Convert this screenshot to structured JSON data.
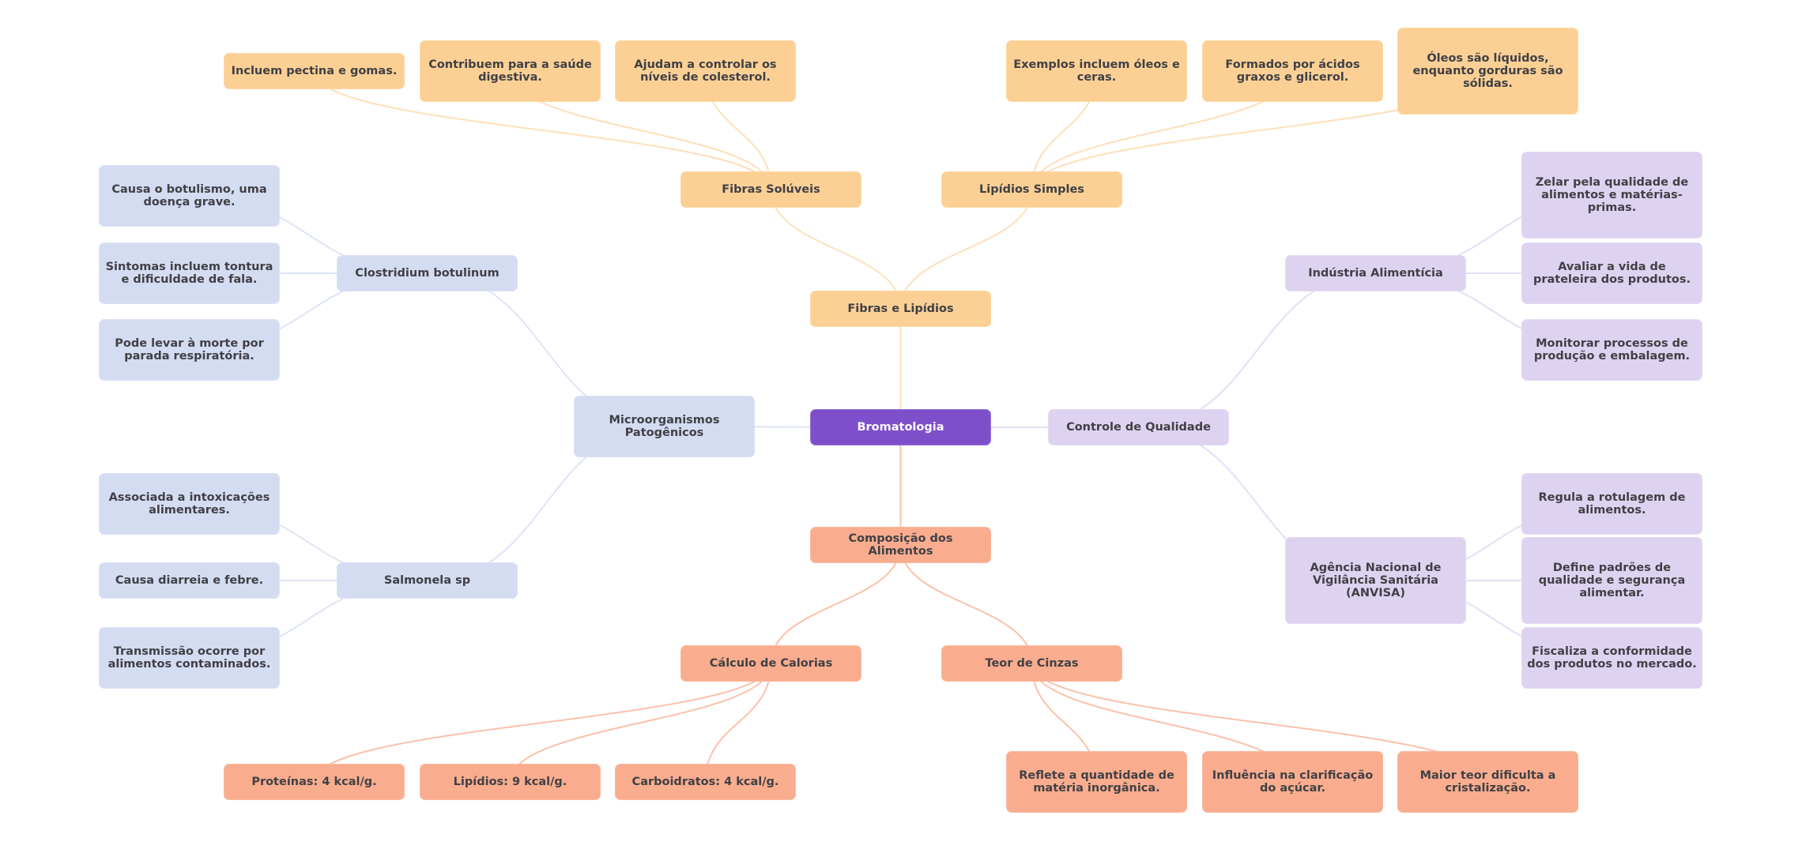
{
  "mindmap": {
    "title": "Bromatologia",
    "colors": {
      "root": "#7e4fcb",
      "fibras_lipidios": "#fcd095",
      "composicao": "#f9ad8e",
      "microorganismos": "#d4dcf2",
      "controle": "#ddd3f0",
      "edge_orange": "#fde0ba",
      "edge_salmon": "#fbc1aa",
      "edge_blue": "#dde4f6",
      "edge_lavender": "#e6ddf6"
    },
    "root": {
      "label": "Bromatologia"
    },
    "branches": {
      "fibras_lipidios": {
        "label": "Fibras e Lipídios",
        "fibras_soluveis": {
          "label": "Fibras Solúveis",
          "items": [
            "Incluem pectina e gomas.",
            "Contribuem para a saúde digestiva.",
            "Ajudam a controlar os níveis de colesterol."
          ]
        },
        "lipidios_simples": {
          "label": "Lipídios Simples",
          "items": [
            "Exemplos incluem óleos e ceras.",
            "Formados por ácidos graxos e glicerol.",
            "Óleos são líquidos, enquanto gorduras são sólidas."
          ]
        }
      },
      "microorganismos": {
        "label": "Microorganismos Patogênicos",
        "clostridium": {
          "label": "Clostridium botulinum",
          "items": [
            "Causa o botulismo, uma doença grave.",
            "Sintomas incluem tontura e dificuldade de fala.",
            "Pode levar à morte por parada respiratória."
          ]
        },
        "salmonela": {
          "label": "Salmonela sp",
          "items": [
            "Associada a intoxicações alimentares.",
            "Causa diarreia e febre.",
            "Transmissão ocorre por alimentos contaminados."
          ]
        }
      },
      "controle": {
        "label": "Controle de Qualidade",
        "industria": {
          "label": "Indústria Alimentícia",
          "items": [
            "Zelar pela qualidade de alimentos e matérias-primas.",
            "Avaliar a vida de prateleira dos produtos.",
            "Monitorar processos de produção e embalagem."
          ]
        },
        "anvisa": {
          "label": "Agência Nacional de Vigilância Sanitária (ANVISA)",
          "items": [
            "Regula a rotulagem de alimentos.",
            "Define padrões de qualidade e segurança alimentar.",
            "Fiscaliza a conformidade dos produtos no mercado."
          ]
        }
      },
      "composicao": {
        "label": "Composição dos Alimentos",
        "calculo": {
          "label": "Cálculo de Calorias",
          "items": [
            "Proteínas: 4 kcal/g.",
            "Lipídios: 9 kcal/g.",
            "Carboidratos: 4 kcal/g."
          ]
        },
        "cinzas": {
          "label": "Teor de Cinzas",
          "items": [
            "Reflete a quantidade de matéria inorgânica.",
            "Influência na clarificação do açúcar.",
            "Maior teor dificulta a cristalização."
          ]
        }
      }
    }
  }
}
